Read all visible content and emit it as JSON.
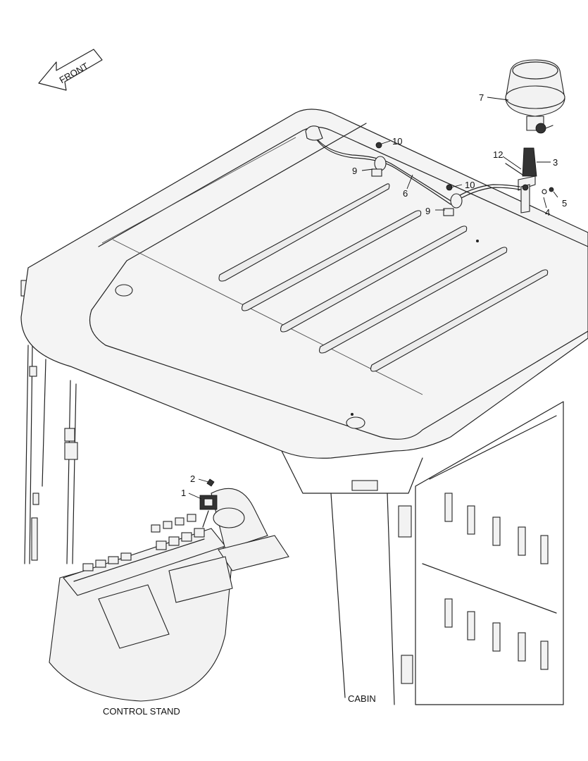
{
  "direction_arrow": {
    "text": "FRONT",
    "icon": "front-arrow-icon"
  },
  "callouts": [
    {
      "id": "c7",
      "text": "7"
    },
    {
      "id": "c10a",
      "text": "10"
    },
    {
      "id": "c9a",
      "text": "9"
    },
    {
      "id": "c12",
      "text": "12"
    },
    {
      "id": "c3",
      "text": "3"
    },
    {
      "id": "c6",
      "text": "6"
    },
    {
      "id": "c10b",
      "text": "10"
    },
    {
      "id": "c5",
      "text": "5"
    },
    {
      "id": "c4",
      "text": "4"
    },
    {
      "id": "c9b",
      "text": "9"
    },
    {
      "id": "c2",
      "text": "2"
    },
    {
      "id": "c1",
      "text": "1"
    }
  ],
  "captions": {
    "control_stand": "CONTROL STAND",
    "cabin": "CABIN"
  },
  "parts": {
    "beacon": "beacon-lamp-icon",
    "bracket": "mounting-bracket-icon",
    "cable": "wire-harness-icon",
    "switch": "rocker-switch-icon"
  }
}
